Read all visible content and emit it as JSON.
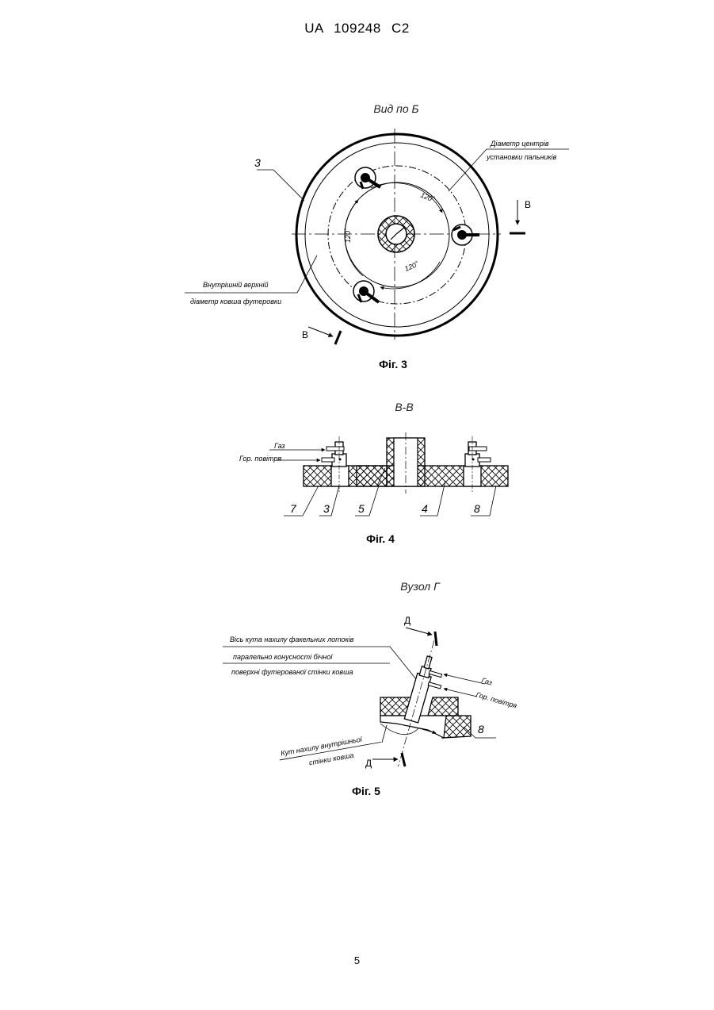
{
  "header": {
    "text": "UA   109248   C2"
  },
  "page_number": "5",
  "fig3": {
    "title": "Вид по Б",
    "caption": "Фіг. 3",
    "ref_3": "3",
    "section_mark_top": "В",
    "section_mark_bottom": "В",
    "angle_top": "120˚",
    "angle_left": "120˚",
    "angle_bottom": "120˚",
    "ann_centers_line1": "Діаметр центрів",
    "ann_centers_line2": "установки пальників",
    "ann_inner_line1": "Внутрішній верхній",
    "ann_inner_line2": "діаметр ковша футеровки"
  },
  "fig4": {
    "title": "В-В",
    "caption": "Фіг. 4",
    "label_gas": "Газ",
    "label_air": "Гор. повітря",
    "refs": [
      "7",
      "3",
      "5",
      "4",
      "8"
    ]
  },
  "fig5": {
    "title": "Вузол Г",
    "caption": "Фіг. 5",
    "mark_top": "Д",
    "mark_bottom": "Д",
    "ann_axis_line1": "Вісь кута нахилу факельних лотоків",
    "ann_axis_line2": "паралельно конусності бічної",
    "ann_axis_line3": "поверхні футерованої стінки ковша",
    "ann_angle_line1": "Кут нахилу внутрішньої",
    "ann_angle_line2": "стінки ковша",
    "label_gas": "Газ",
    "label_air": "Гор. повітря",
    "ref_8": "8"
  }
}
